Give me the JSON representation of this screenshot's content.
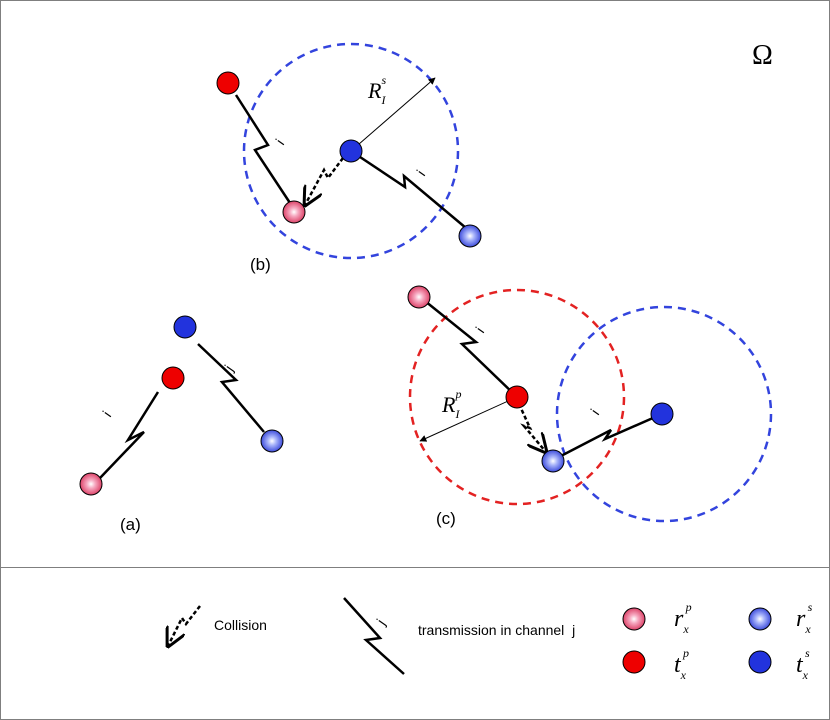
{
  "scene": {
    "omega": "Ω",
    "panels": {
      "a": "(a)",
      "b": "(b)",
      "c": "(c)"
    },
    "radius_secondary": {
      "base": "R",
      "sub": "I",
      "sup": "s"
    },
    "radius_primary": {
      "base": "R",
      "sub": "I",
      "sup": "p"
    },
    "channel_i": "i",
    "channel_j": "j"
  },
  "legend": {
    "collision": "Collision",
    "transmission": "transmission in channel  j",
    "transmission_channel": "j",
    "rx_primary": {
      "base": "r",
      "sub": "x",
      "sup": "p"
    },
    "tx_primary": {
      "base": "t",
      "sub": "x",
      "sup": "p"
    },
    "rx_secondary": {
      "base": "r",
      "sub": "x",
      "sup": "s"
    },
    "tx_secondary": {
      "base": "t",
      "sub": "x",
      "sup": "s"
    }
  },
  "colors": {
    "primary_tx": "#ee0000",
    "primary_rx": "#ee4466",
    "secondary_tx": "#2233dd",
    "secondary_rx": "#4455ee",
    "ring_primary": "#e32222",
    "ring_secondary": "#3344dd",
    "frame": "#7f7f7f"
  }
}
